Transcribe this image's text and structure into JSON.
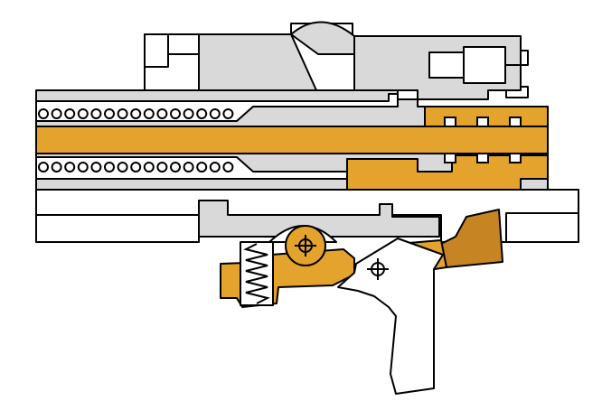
{
  "diagram": {
    "kind": "mechanism-cross-section",
    "palette": {
      "background": "#ffffff",
      "steel": "#d9d9d9",
      "moving_parts": "#e3a32c",
      "dark_parts": "#c68522",
      "outline": "#000000"
    },
    "components": [
      "receiver-housing",
      "barrel",
      "bolt",
      "recoil-spring-upper",
      "recoil-spring-lower",
      "sear",
      "trigger",
      "trigger-spring",
      "disconnector",
      "pivot-pin-sear",
      "pivot-pin-trigger"
    ]
  }
}
